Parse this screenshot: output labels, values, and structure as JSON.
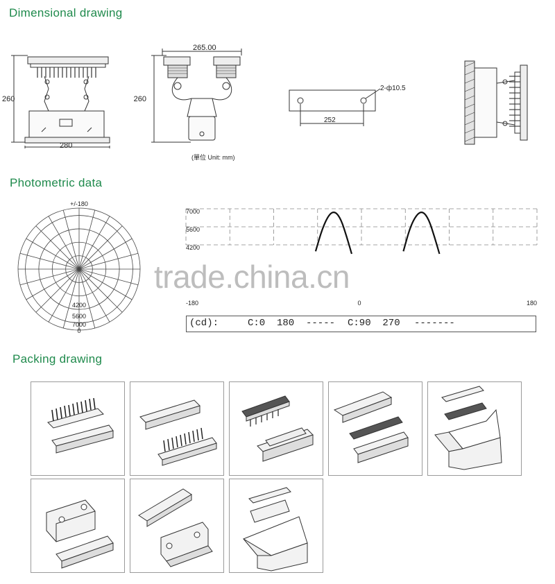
{
  "sections": {
    "dimensional": "Dimensional drawing",
    "photometric": "Photometric data",
    "packing": "Packing drawing"
  },
  "dimensional": {
    "front_height": "260",
    "front_width": "280",
    "side_height": "260",
    "side_width": "265.00",
    "unit_note": "(單位 Unit: mm)",
    "mount_holes": "2-ф10.5",
    "mount_spacing": "252"
  },
  "polar": {
    "top_label": "+/-180",
    "ring_labels": [
      "4200",
      "5600",
      "7000"
    ],
    "bottom_label": "0"
  },
  "chart_data": {
    "type": "line",
    "title": "",
    "x_ticks": [
      "-180",
      "0",
      "180"
    ],
    "y_ticks": [
      "7000",
      "5600",
      "4200"
    ],
    "xlim": [
      -180,
      180
    ],
    "ylim": [
      0,
      7000
    ],
    "grid": true,
    "series": [
      {
        "name": "",
        "points": [
          [
            -47,
            3700
          ],
          [
            -40,
            5500
          ],
          [
            -33,
            6600
          ],
          [
            -27,
            6800
          ],
          [
            -21,
            6200
          ],
          [
            -15,
            4800
          ],
          [
            -10,
            3500
          ]
        ]
      },
      {
        "name": "",
        "points": [
          [
            43,
            3700
          ],
          [
            50,
            5600
          ],
          [
            57,
            6600
          ],
          [
            63,
            6800
          ],
          [
            69,
            6200
          ],
          [
            75,
            4800
          ],
          [
            80,
            3500
          ]
        ]
      }
    ]
  },
  "legend": {
    "unit": "(cd):",
    "c1": "C:0  180",
    "c1_dash": "-----",
    "c2": "C:90  270",
    "c2_dash": "-------"
  },
  "watermark": "trade.china.cn",
  "colors": {
    "section_title": "#1f8a4c",
    "line": "#111111",
    "grid": "#888888",
    "pane_border": "#9a9a9a"
  }
}
